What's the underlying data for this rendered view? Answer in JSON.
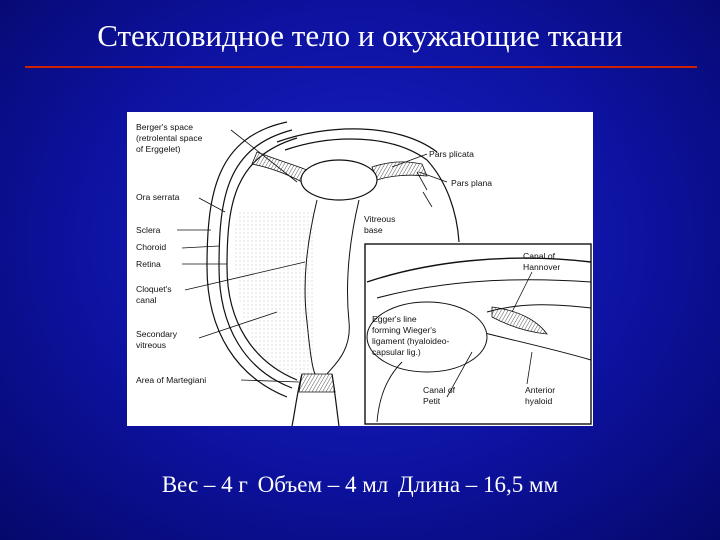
{
  "slide": {
    "title": "Стекловидное тело и окужающие ткани",
    "caption": {
      "weight": "Вес – 4 г",
      "volume": "Объем – 4 мл",
      "length": "Длина – 16,5 мм"
    }
  },
  "figure": {
    "labels": {
      "berger_1": "Berger's space",
      "berger_2": "(retrolental space",
      "berger_3": "of Erggelet)",
      "ora_serrata": "Ora serrata",
      "sclera": "Sclera",
      "choroid": "Choroid",
      "retina": "Retina",
      "cloquet_1": "Cloquet's",
      "cloquet_2": "canal",
      "secondary_1": "Secondary",
      "secondary_2": "vitreous",
      "martegiani": "Area of Martegiani",
      "pars_plicata": "Pars plicata",
      "pars_plana": "Pars plana",
      "vitreous_base_1": "Vitreous",
      "vitreous_base_2": "base",
      "hannover_1": "Canal of",
      "hannover_2": "Hannover",
      "egger_1": "Egger's line",
      "egger_2": "forming Wieger's",
      "egger_3": "ligament (hyaloideo-",
      "egger_4": "capsular lig.)",
      "petit_1": "Canal of",
      "petit_2": "Petit",
      "anterior_1": "Anterior",
      "anterior_2": "hyaloid"
    },
    "colors": {
      "line": "#111111",
      "shading": "#555555"
    }
  }
}
